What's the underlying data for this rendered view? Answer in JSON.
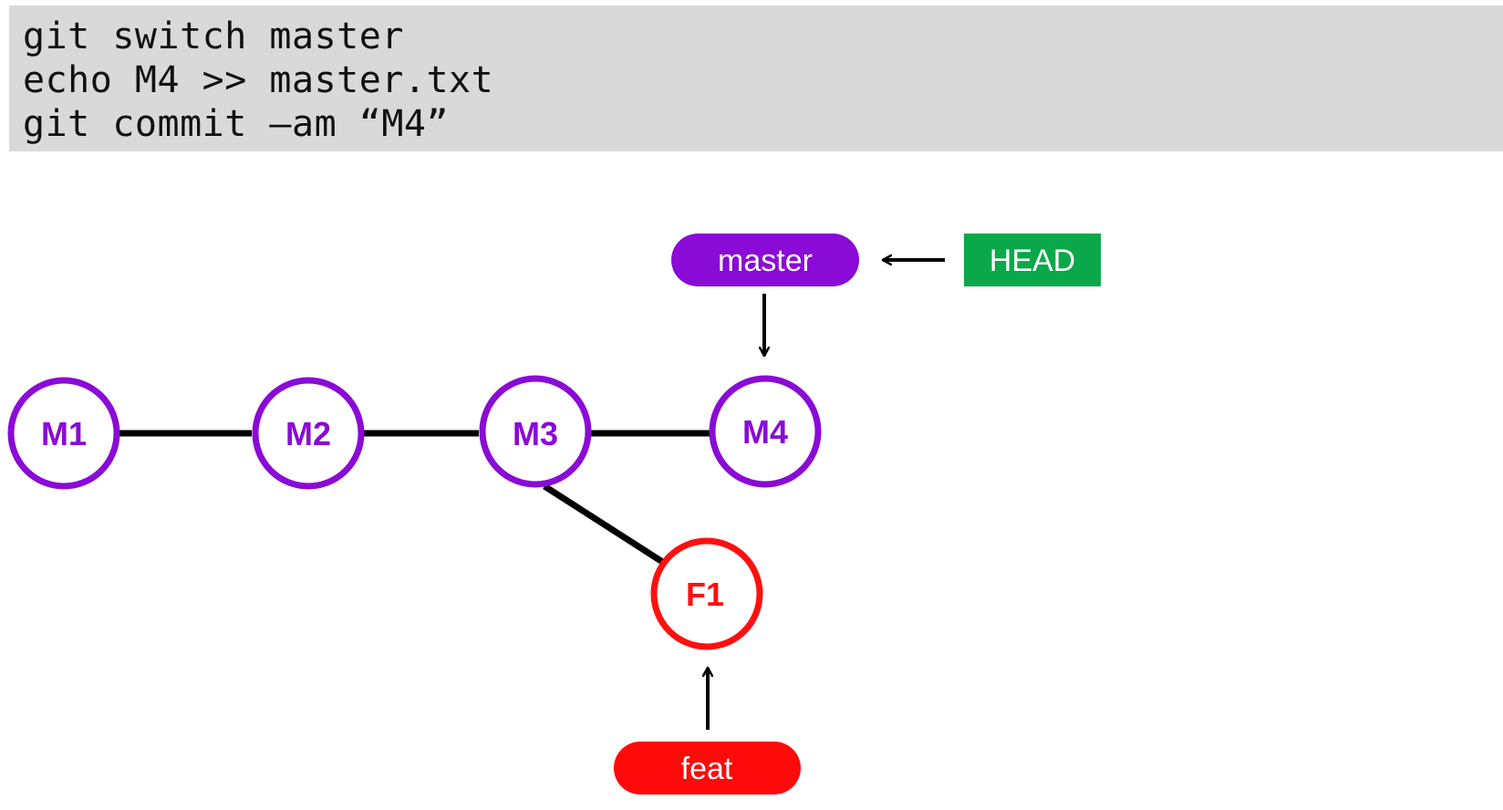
{
  "code": {
    "lines": [
      "git switch master",
      "echo M4 >> master.txt",
      "git commit –am “M4”"
    ]
  },
  "commits": {
    "m1": {
      "label": "M1",
      "color": "#8a0ad6"
    },
    "m2": {
      "label": "M2",
      "color": "#8a0ad6"
    },
    "m3": {
      "label": "M3",
      "color": "#8a0ad6"
    },
    "m4": {
      "label": "M4",
      "color": "#8a0ad6"
    },
    "f1": {
      "label": "F1",
      "color": "#ff1010"
    }
  },
  "refs": {
    "master": {
      "label": "master",
      "color": "#8a0ad6"
    },
    "feat": {
      "label": "feat",
      "color": "#ff0a0a"
    },
    "head": {
      "label": "HEAD",
      "color": "#0aa84a"
    }
  }
}
